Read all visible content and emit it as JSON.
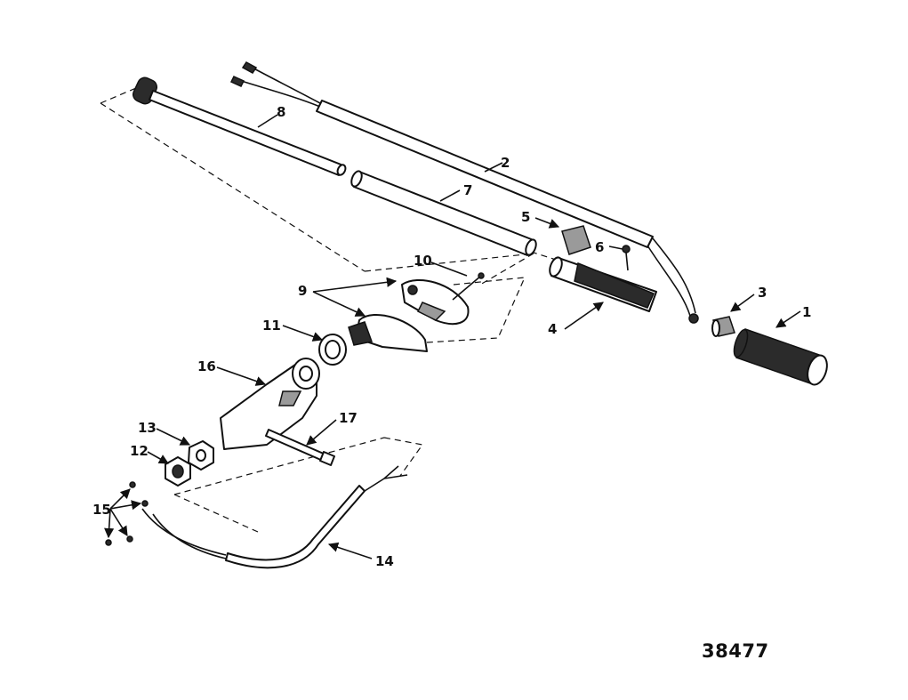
{
  "figure_number": "38477",
  "callouts": {
    "c1": "1",
    "c2": "2",
    "c3": "3",
    "c4": "4",
    "c5": "5",
    "c6": "6",
    "c7": "7",
    "c8": "8",
    "c9": "9",
    "c10": "10",
    "c11": "11",
    "c12": "12",
    "c13": "13",
    "c14": "14",
    "c15": "15",
    "c16": "16",
    "c17": "17"
  }
}
